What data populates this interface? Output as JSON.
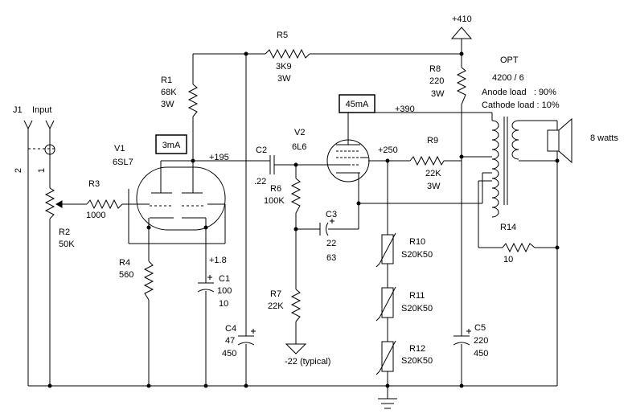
{
  "labels": {
    "j1": "J1",
    "input": "Input",
    "pin2": "2",
    "pin1": "1",
    "r1": "R1",
    "r1_val": "68K",
    "r1_w": "3W",
    "r2": "R2",
    "r2_val": "50K",
    "r3": "R3",
    "r3_val": "1000",
    "r4": "R4",
    "r4_val": "560",
    "r5": "R5",
    "r5_val": "3K9",
    "r5_w": "3W",
    "r6": "R6",
    "r6_val": "100K",
    "r7": "R7",
    "r7_val": "22K",
    "r8": "R8",
    "r8_val": "220",
    "r8_w": "3W",
    "r9": "R9",
    "r9_val": "22K",
    "r9_w": "3W",
    "r10": "R10",
    "r10_val": "S20K50",
    "r11": "R11",
    "r11_val": "S20K50",
    "r12": "R12",
    "r12_val": "S20K50",
    "r14": "R14",
    "r14_val": "10",
    "c1": "C1",
    "c1_val": "100",
    "c1_v": "10",
    "c2": "C2",
    "c2_val": ".22",
    "c3": "C3",
    "c3_val": "22",
    "c3_v": "63",
    "c4": "C4",
    "c4_val": "47",
    "c4_v": "450",
    "c5": "C5",
    "c5_val": "220",
    "c5_v": "450",
    "v1": "V1",
    "v1_type": "6SL7",
    "v2": "V2",
    "v2_type": "6L6",
    "opt": "OPT",
    "opt_ratio": "4200 / 6",
    "anode_load": "Anode load   : 90%",
    "cathode_load": "Cathode load : 10%",
    "speaker": "8 watts",
    "v_410": "+410",
    "v_390": "+390",
    "v_250": "+250",
    "v_195": "+195",
    "v_18": "+1.8",
    "v_neg22": "-22 (typical)",
    "current_v1": "3mA",
    "current_v2": "45mA"
  }
}
